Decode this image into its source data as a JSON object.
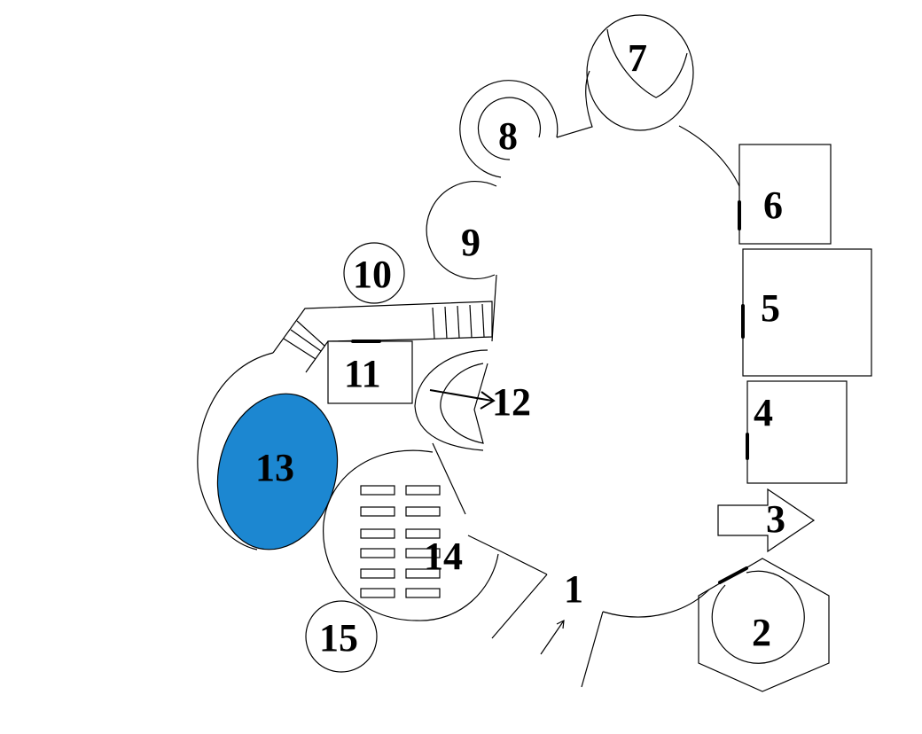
{
  "labels": {
    "l1": "1",
    "l2": "2",
    "l3": "3",
    "l4": "4",
    "l5": "5",
    "l6": "6",
    "l7": "7",
    "l8": "8",
    "l9": "9",
    "l10": "10",
    "l11": "11",
    "l12": "12",
    "l13": "13",
    "l14": "14",
    "l15": "15"
  },
  "colors": {
    "highlight": "#1c87d1"
  }
}
